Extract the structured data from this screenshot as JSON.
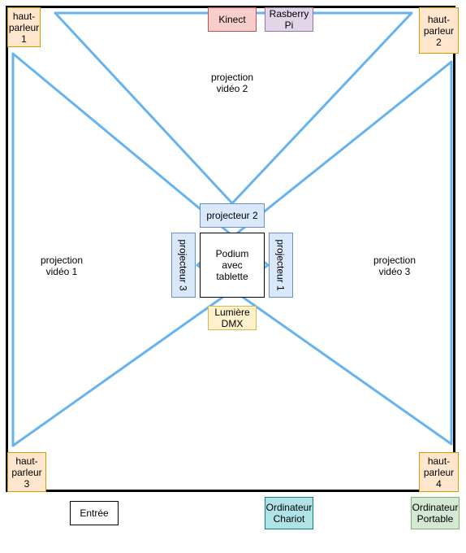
{
  "colors": {
    "beam": "#66b3ee",
    "speaker_fill": "#ffe6cc",
    "projector_fill": "#dae8fc"
  },
  "speakers": [
    "haut-\nparleur\n1",
    "haut-\nparleur\n2",
    "haut-\nparleur\n3",
    "haut-\nparleur\n4"
  ],
  "kinect": "Kinect",
  "raspberry": "Rasberry\nPi",
  "projectors": {
    "p1": "projecteur 1",
    "p2": "projecteur 2",
    "p3": "projecteur 3"
  },
  "podium": "Podium\navec\ntablette",
  "light": "Lumière\nDMX",
  "projections": {
    "v1": "projection\nvidéo 1",
    "v2": "projection\nvidéo 2",
    "v3": "projection\nvidéo 3"
  },
  "entrance": "Entrée",
  "computers": {
    "chariot": "Ordinateur\nChariot",
    "portable": "Ordinateur\nPortable"
  }
}
